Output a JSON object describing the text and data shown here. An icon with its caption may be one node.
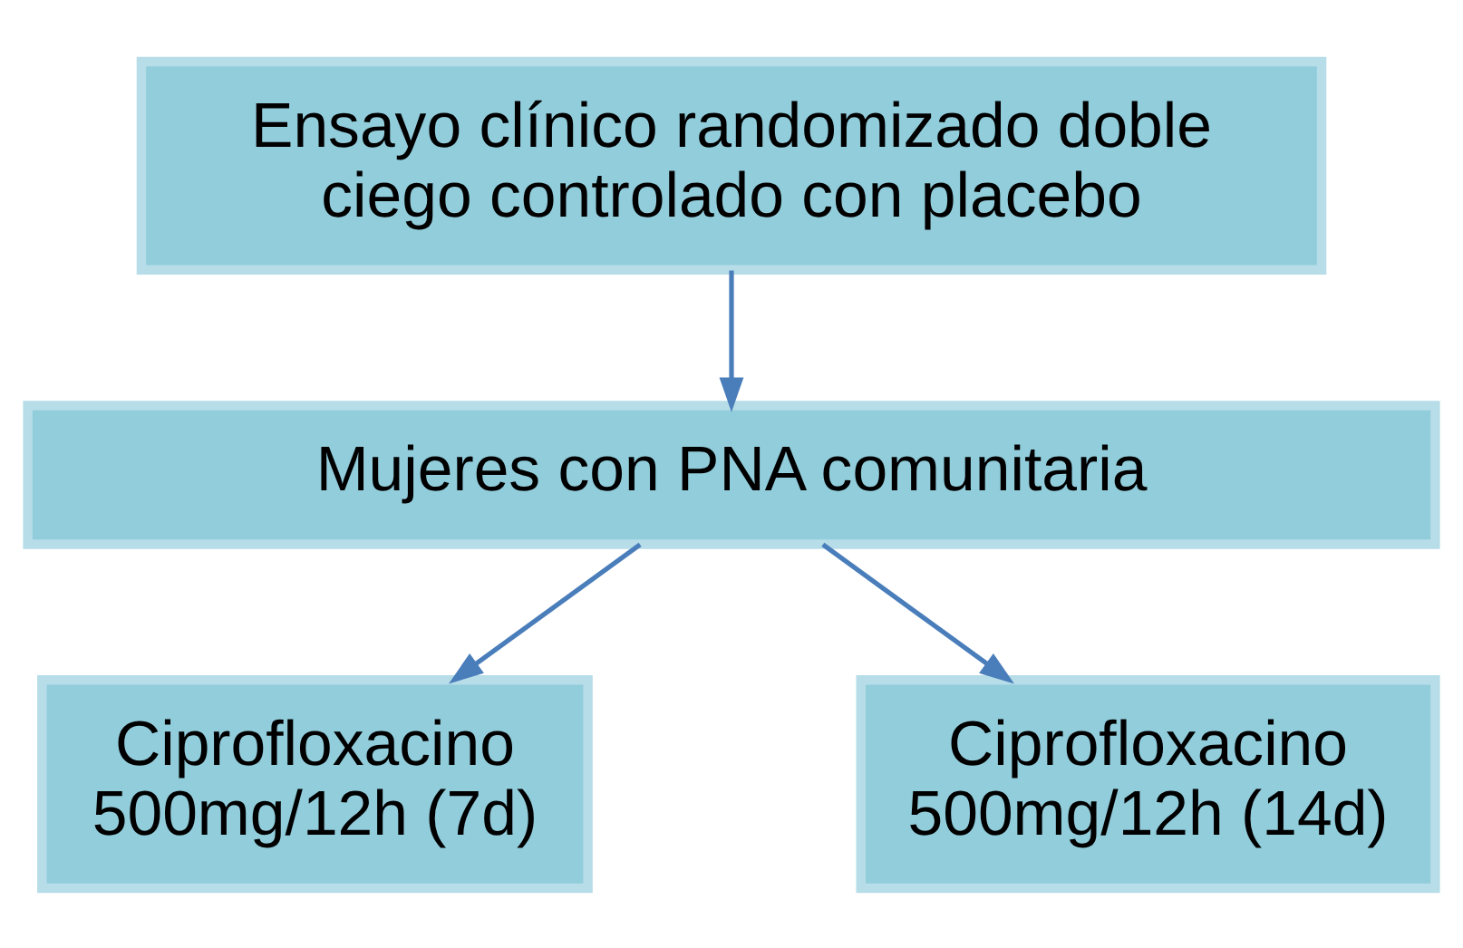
{
  "diagram": {
    "nodes": [
      {
        "text": [
          "Ensayo clínico randomizado doble ciego controlado con placebo"
        ]
      },
      {
        "text": [
          "Mujeres con PNA comunitaria"
        ]
      },
      {
        "text": [
          "Ciprofloxacino 500mg/12h (7d)"
        ]
      },
      {
        "text": [
          "Ciprofloxacino 500mg/12h (14d)"
        ]
      }
    ],
    "edges": [
      {
        "from": 0,
        "to": 1,
        "arrow": "to"
      },
      {
        "from": 1,
        "to": 2,
        "arrow": "to"
      },
      {
        "from": 1,
        "to": 3,
        "arrow": "to"
      }
    ]
  }
}
